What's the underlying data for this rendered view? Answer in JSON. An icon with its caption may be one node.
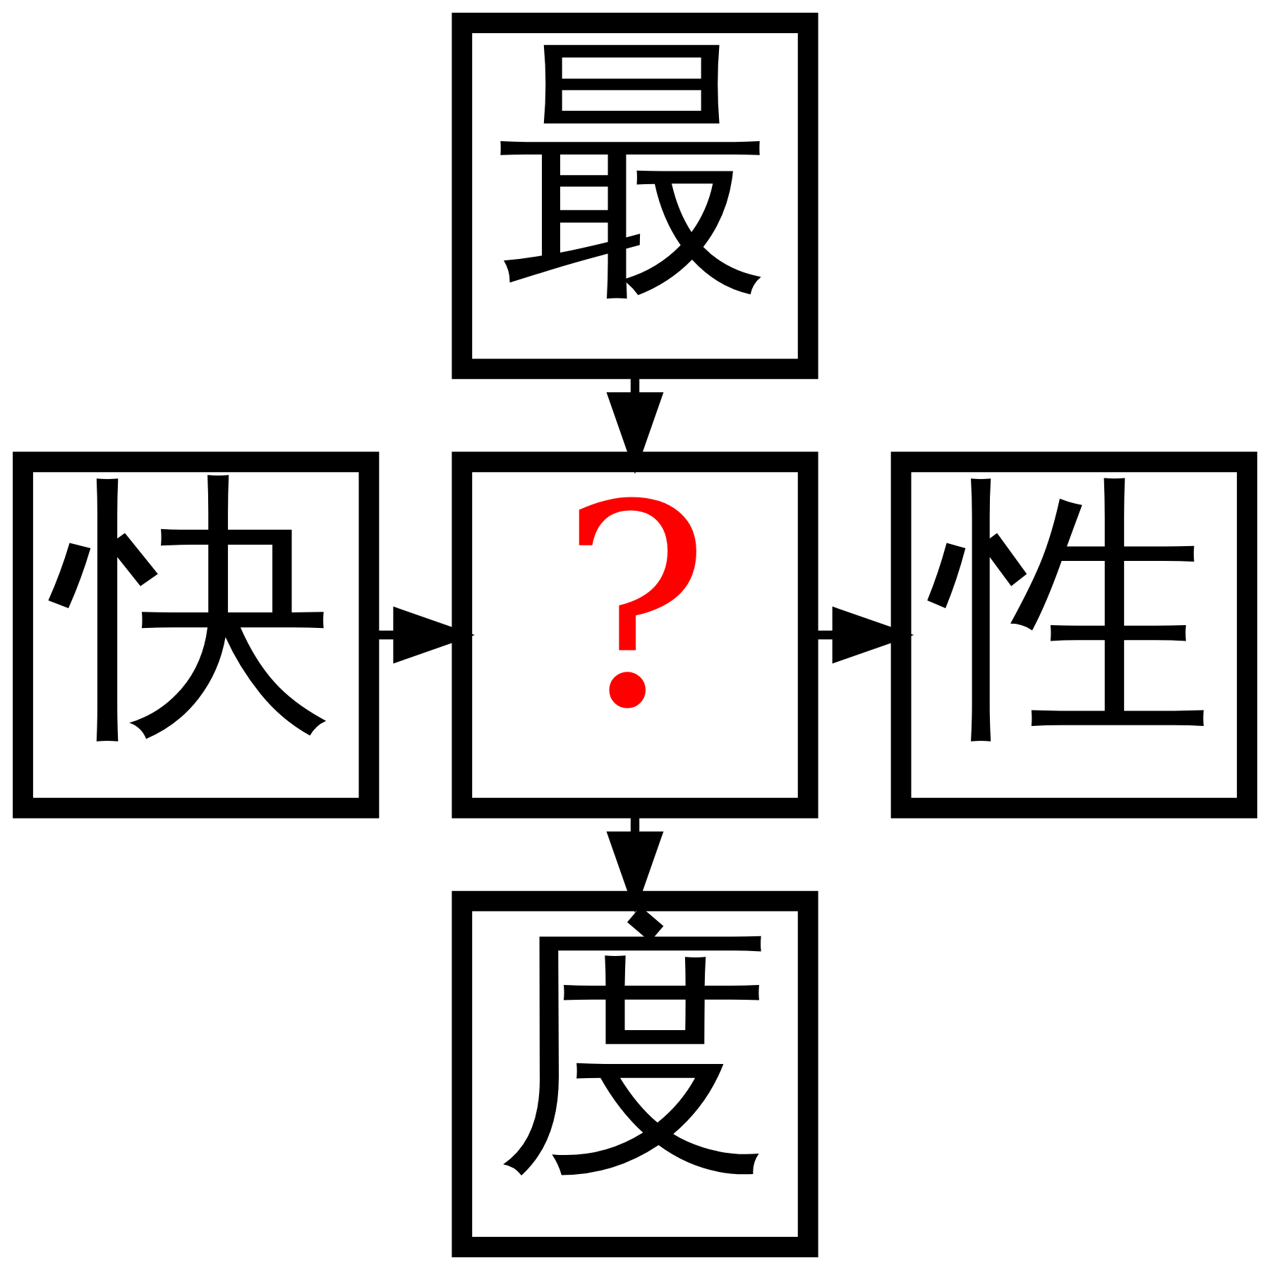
{
  "diagram": {
    "nodes": [
      {
        "text": [
          "最"
        ]
      },
      {
        "text": [
          "快"
        ]
      },
      {
        "text": [
          "?"
        ]
      },
      {
        "text": [
          "性"
        ]
      },
      {
        "text": [
          "度"
        ]
      }
    ],
    "edges": [
      {
        "from": 0,
        "to": 2,
        "arrow": "to"
      },
      {
        "from": 1,
        "to": 2,
        "arrow": "to"
      },
      {
        "from": 2,
        "to": 3,
        "arrow": "to"
      },
      {
        "from": 2,
        "to": 4,
        "arrow": "to"
      }
    ]
  }
}
